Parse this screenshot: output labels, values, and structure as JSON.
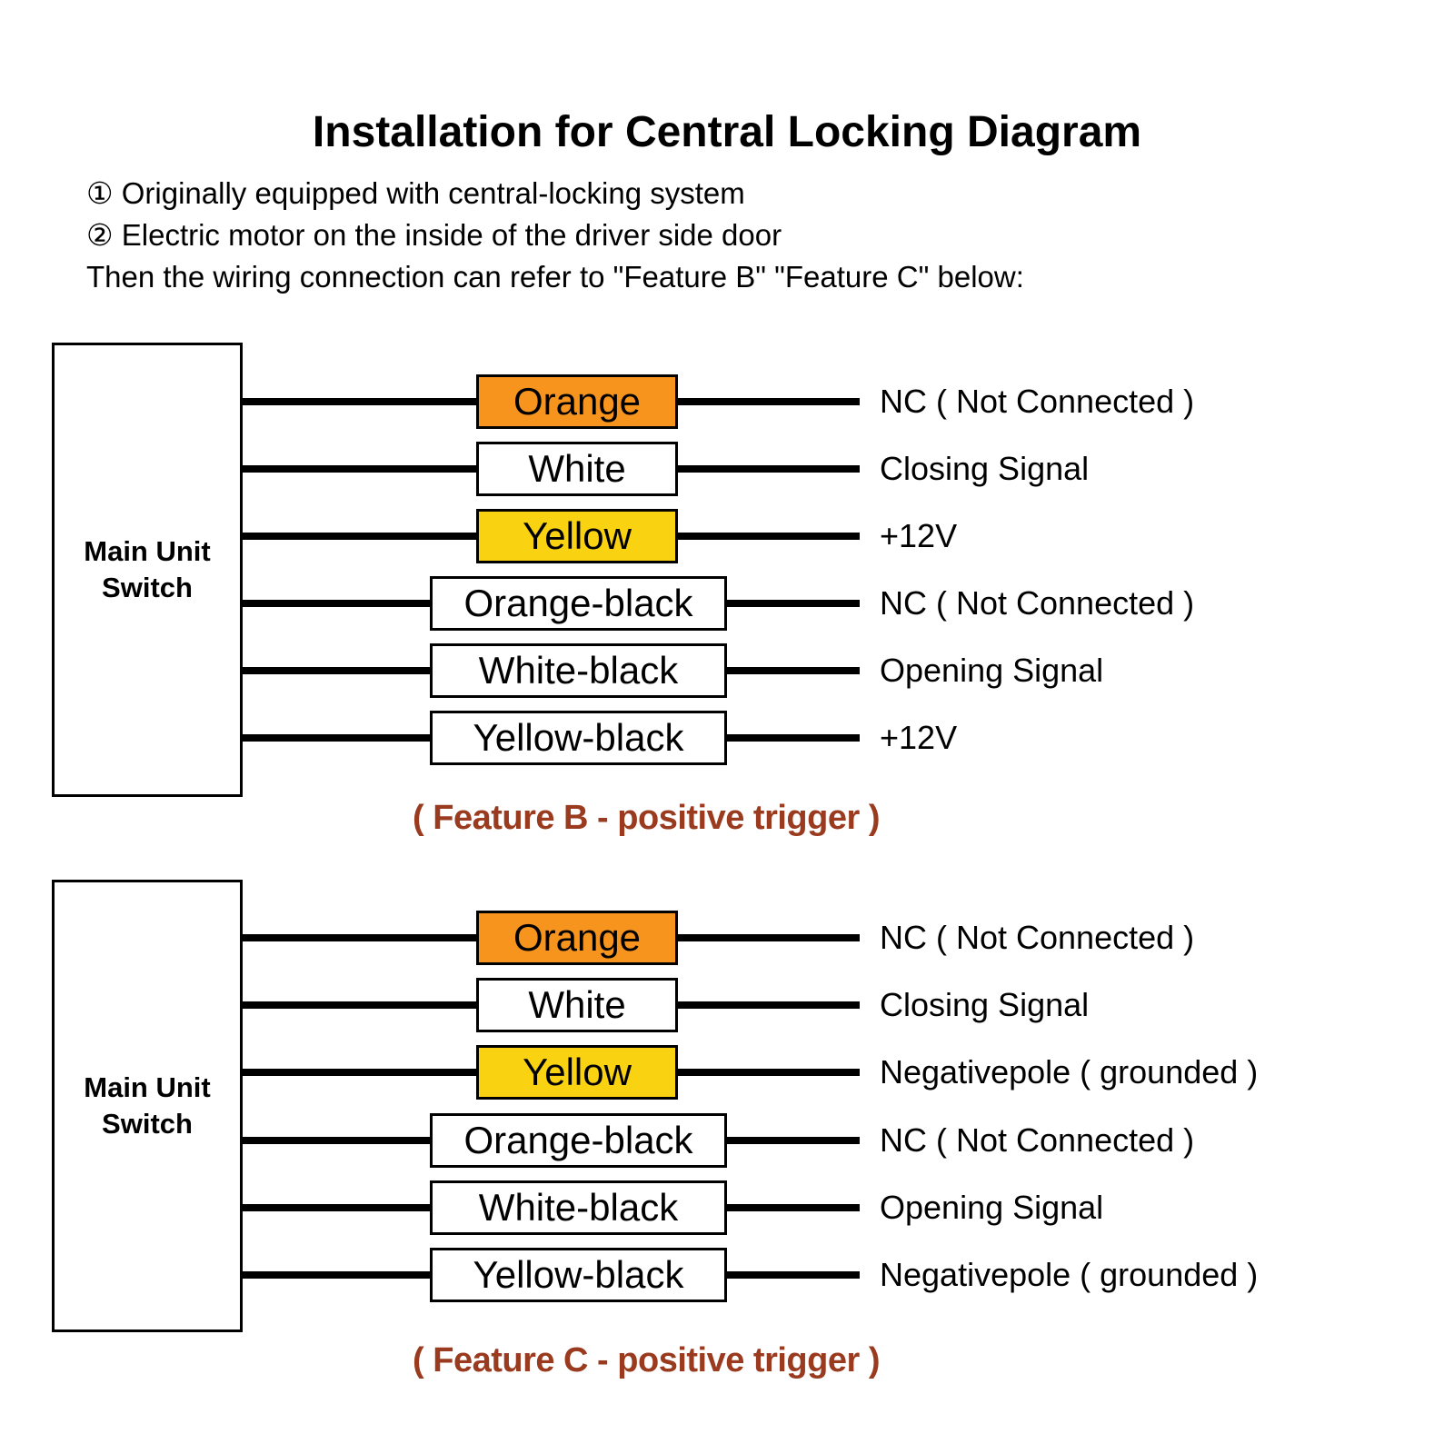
{
  "title": "Installation for Central Locking Diagram",
  "instructions": [
    "① Originally equipped with central-locking system",
    "② Electric motor on the inside of the driver side door",
    "Then the wiring connection can refer to \"Feature B\" \"Feature C\" below:"
  ],
  "colors": {
    "orange": "#F7941E",
    "yellow": "#F9D211",
    "caption": "#9A3A1E",
    "wire": "#000000"
  },
  "diagrams": [
    {
      "unit_label_line1": "Main Unit",
      "unit_label_line2": "Switch",
      "caption": "( Feature B - positive trigger )",
      "wires": [
        {
          "label": "Orange",
          "box_color": "orange",
          "signal": "NC ( Not Connected )"
        },
        {
          "label": "White",
          "box_color": "white",
          "signal": "Closing Signal"
        },
        {
          "label": "Yellow",
          "box_color": "yellow",
          "signal": "+12V"
        },
        {
          "label": "Orange-black",
          "box_color": "white",
          "signal": "NC ( Not Connected )"
        },
        {
          "label": "White-black",
          "box_color": "white",
          "signal": "Opening Signal"
        },
        {
          "label": "Yellow-black",
          "box_color": "white",
          "signal": "+12V"
        }
      ]
    },
    {
      "unit_label_line1": "Main Unit",
      "unit_label_line2": "Switch",
      "caption": "( Feature C - positive trigger )",
      "wires": [
        {
          "label": "Orange",
          "box_color": "orange",
          "signal": "NC ( Not Connected )"
        },
        {
          "label": "White",
          "box_color": "white",
          "signal": "Closing Signal"
        },
        {
          "label": "Yellow",
          "box_color": "yellow",
          "signal": "Negativepole ( grounded )"
        },
        {
          "label": "Orange-black",
          "box_color": "white",
          "signal": "NC ( Not Connected )"
        },
        {
          "label": "White-black",
          "box_color": "white",
          "signal": "Opening Signal"
        },
        {
          "label": "Yellow-black",
          "box_color": "white",
          "signal": "Negativepole ( grounded )"
        }
      ]
    }
  ]
}
